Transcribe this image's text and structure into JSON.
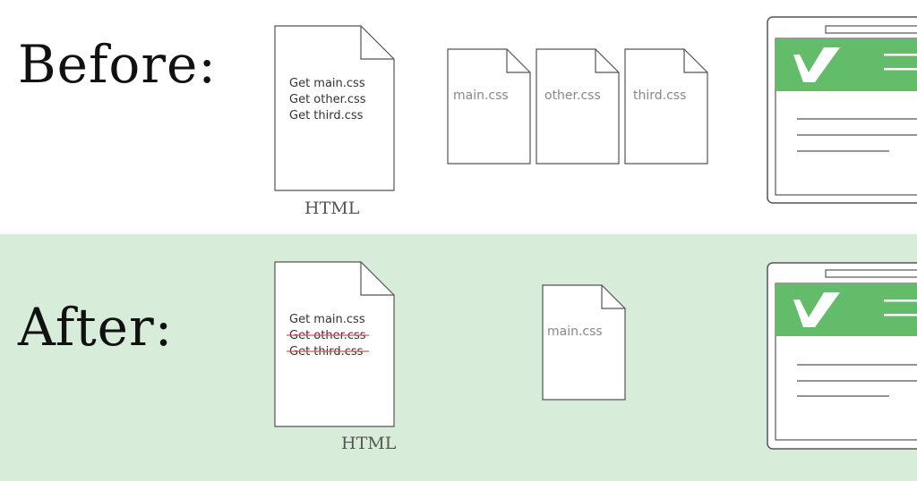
{
  "colors": {
    "after_background": "#d7ecd9",
    "browser_header": "#63bc6a",
    "strike_line": "#d9534f",
    "outline": "#555555"
  },
  "before": {
    "heading": "Before:",
    "html_lines": [
      "Get main.css",
      "Get other.css",
      "Get third.css"
    ],
    "html_caption": "HTML",
    "css_files": [
      "main.css",
      "other.css",
      "third.css"
    ]
  },
  "after": {
    "heading": "After:",
    "html_lines": [
      "Get main.css",
      "Get other.css",
      "Get third.css"
    ],
    "struck_lines": [
      false,
      true,
      true
    ],
    "html_caption": "HTML",
    "css_files": [
      "main.css"
    ]
  },
  "icons": {
    "document": "document-icon",
    "browser": "browser-window-icon",
    "logo": "checkmark-logo-icon",
    "menu": "hamburger-menu-icon"
  }
}
